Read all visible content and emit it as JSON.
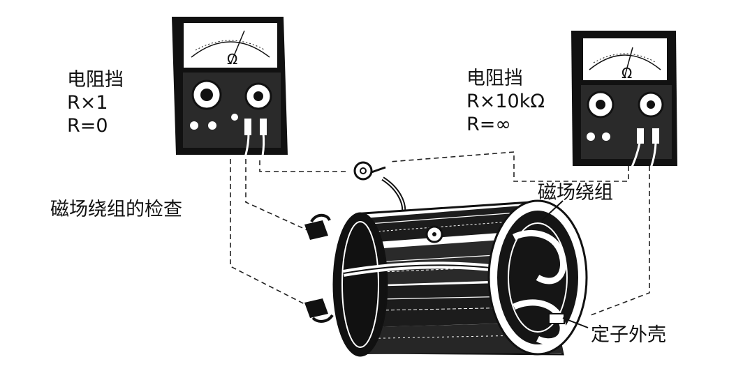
{
  "left_meter": {
    "mode_label": "电阻挡",
    "range_label": "R×1",
    "reading_label": "R=0",
    "dial_symbol": "Ω"
  },
  "right_meter": {
    "mode_label": "电阻挡",
    "range_label": "R×10kΩ",
    "reading_label": "R=∞",
    "dial_symbol": "Ω"
  },
  "labels": {
    "caption": "磁场绕组的检查",
    "field_winding": "磁场绕组",
    "stator_housing": "定子外壳"
  }
}
